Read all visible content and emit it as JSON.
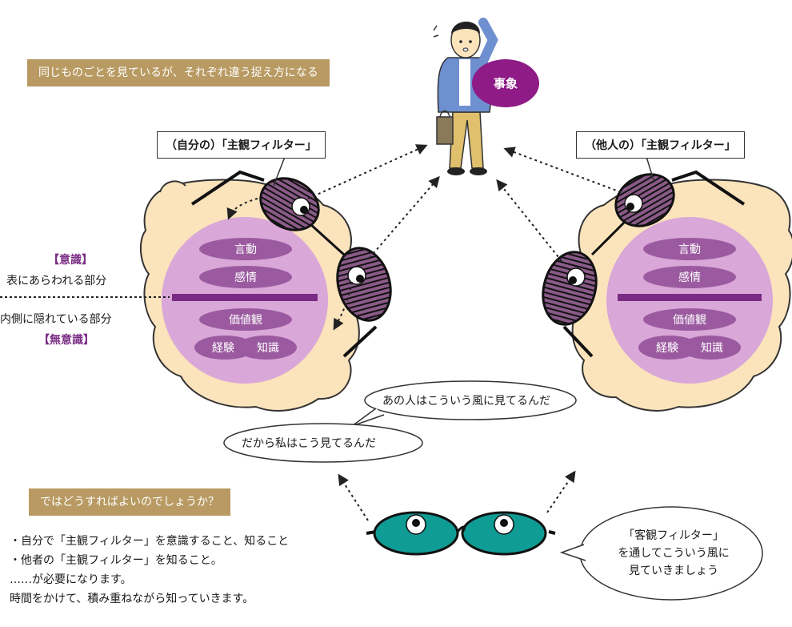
{
  "banner_top": "同じものごとを見ているが、それぞれ違う捉え方になる",
  "event_label": "事象",
  "label_self_filter": "（自分の）「主観フィルター」",
  "label_other_filter": "（他人の）「主観フィルター」",
  "left_side": {
    "conscious_tag": "【意識】",
    "conscious_text": "表にあらわれる部分",
    "unconscious_text": "内側に隠れている部分",
    "unconscious_tag": "【無意識】"
  },
  "head_items": {
    "speech": "言動",
    "emotion": "感情",
    "values": "価値観",
    "experience": "経験",
    "knowledge": "知識"
  },
  "bubble_other": "あの人はこういう風に見てるんだ",
  "bubble_self": "だから私はこう見てるんだ",
  "banner_question": "ではどうすればよいのでしょうか？",
  "bullets": [
    "・自分で「主観フィルター」を意識すること、知ること",
    "・他者の「主観フィルター」を知ること。",
    "……が必要になります。",
    "時間をかけて、積み重ねながら知っていきます。"
  ],
  "objective_bubble": {
    "line1": "「客観フィルター」",
    "line2": "を通してこういう風に",
    "line3": "見ていきましょう"
  },
  "colors": {
    "banner": "#b89a62",
    "face": "#fbe3bc",
    "brain": "#d9a7d8",
    "pill": "#9b5aa0",
    "divider": "#7a2c84",
    "event": "#8e1b86",
    "objective_lens": "#0f9c94"
  }
}
